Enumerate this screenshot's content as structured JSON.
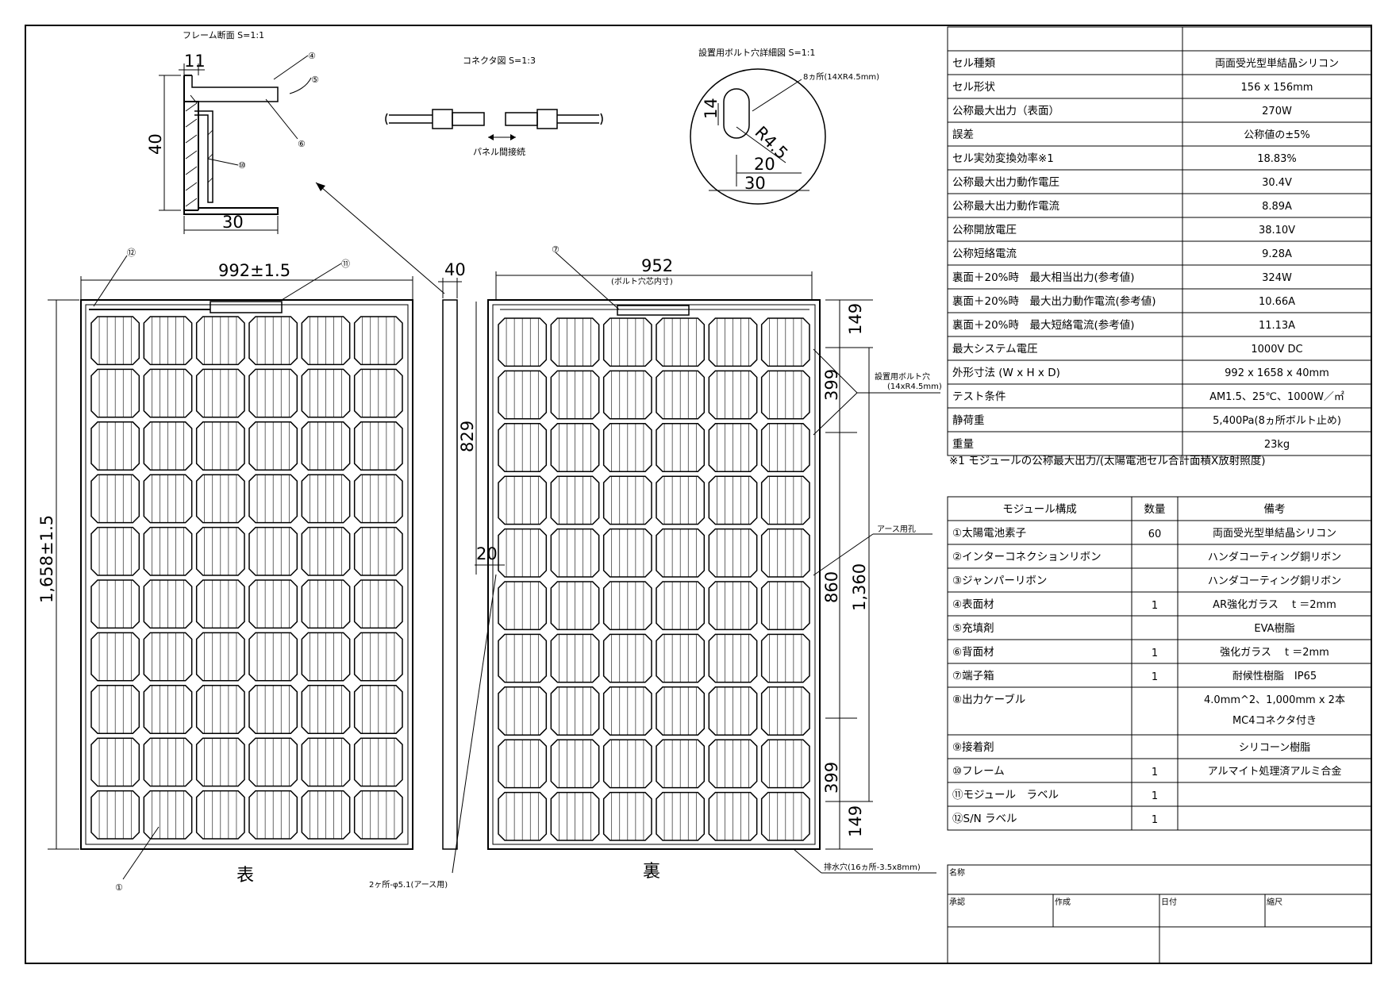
{
  "labels": {
    "frame_section": "フレーム断面 S=1:1",
    "connector": "コネクタ図 S=1:3",
    "panel_connect": "パネル間接続",
    "bolt_detail": "設置用ボルト穴詳細図 S=1:1",
    "bolt_count": "8ヵ所(14XR4.5mm)",
    "front": "表",
    "back": "裏",
    "bolt_hole": "設置用ボルト穴",
    "bolt_hole_size": "(14xR4.5mm)",
    "earth_hole": "アース用孔",
    "earth_holes_2": "2ヶ所-φ5.1(アース用)",
    "drain": "排水穴(16ヵ所-3.5x8mm)",
    "bolt_center": "(ボルト穴芯内寸)"
  },
  "dimensions": {
    "d11": "11",
    "d40": "40",
    "d30": "30",
    "d992": "992±1.5",
    "d1658": "1,658±1.5",
    "d40b": "40",
    "d952": "952",
    "d829": "829",
    "d20": "20",
    "d149a": "149",
    "d399a": "399",
    "d860": "860",
    "d1360": "1,360",
    "d399b": "399",
    "d149b": "149",
    "r45": "R4.5",
    "c14": "14",
    "c20": "20",
    "c30": "30"
  },
  "markers": {
    "m1": "①",
    "m4": "④",
    "m5": "⑤",
    "m6": "⑥",
    "m7": "⑦",
    "m10": "⑩",
    "m11": "⑪",
    "m12": "⑫"
  },
  "spec_table": {
    "rows": [
      {
        "label": "セル種類",
        "value": "両面受光型単結晶シリコン"
      },
      {
        "label": "セル形状",
        "value": "156 x 156mm"
      },
      {
        "label": "公称最大出力（表面）",
        "value": "270W"
      },
      {
        "label": "誤差",
        "value": "公称値の±5%"
      },
      {
        "label": "セル実効変換効率※1",
        "value": "18.83%"
      },
      {
        "label": "公称最大出力動作電圧",
        "value": "30.4V"
      },
      {
        "label": "公称最大出力動作電流",
        "value": "8.89A"
      },
      {
        "label": "公称開放電圧",
        "value": "38.10V"
      },
      {
        "label": "公称短絡電流",
        "value": "9.28A"
      },
      {
        "label": "裏面＋20%時　最大相当出力(参考値)",
        "value": "324W"
      },
      {
        "label": "裏面＋20%時　最大出力動作電流(参考値)",
        "value": "10.66A"
      },
      {
        "label": "裏面＋20%時　最大短絡電流(参考値)",
        "value": "11.13A"
      },
      {
        "label": "最大システム電圧",
        "value": "1000V DC"
      },
      {
        "label": "外形寸法 (W x H x D)",
        "value": "992 x 1658 x 40mm"
      },
      {
        "label": "テスト条件",
        "value": "AM1.5、25℃、1000W／㎡"
      },
      {
        "label": "静荷重",
        "value": "5,400Pa(8ヵ所ボルト止め)"
      },
      {
        "label": "重量",
        "value": "23kg"
      }
    ],
    "note": "※1 モジュールの公称最大出力/(太陽電池セル合計面積X放射照度)"
  },
  "comp_table": {
    "headers": [
      "モジュール構成",
      "数量",
      "備考"
    ],
    "rows": [
      {
        "name": "①太陽電池素子",
        "qty": "60",
        "note": "両面受光型単結晶シリコン",
        "note2": ""
      },
      {
        "name": "②インターコネクションリボン",
        "qty": "",
        "note": "ハンダコーティング銅リボン",
        "note2": ""
      },
      {
        "name": "③ジャンパーリボン",
        "qty": "",
        "note": "ハンダコーティング銅リボン",
        "note2": ""
      },
      {
        "name": "④表面材",
        "qty": "1",
        "note": "AR強化ガラス　 t ＝2mm",
        "note2": ""
      },
      {
        "name": "⑤充填剤",
        "qty": "",
        "note": "EVA樹脂",
        "note2": ""
      },
      {
        "name": "⑥背面材",
        "qty": "1",
        "note": "強化ガラス　 t ＝2mm",
        "note2": ""
      },
      {
        "name": "⑦端子箱",
        "qty": "1",
        "note": "耐候性樹脂　IP65",
        "note2": ""
      },
      {
        "name": "⑧出力ケーブル",
        "qty": "",
        "note": "4.0mm^2、1,000mm x 2本",
        "note2": "MC4コネクタ付き"
      },
      {
        "name": "⑨接着剤",
        "qty": "",
        "note": "シリコーン樹脂",
        "note2": ""
      },
      {
        "name": "⑩フレーム",
        "qty": "1",
        "note": "アルマイト処理済アルミ合金",
        "note2": ""
      },
      {
        "name": "⑪モジュール　ラベル",
        "qty": "1",
        "note": "",
        "note2": ""
      },
      {
        "name": "⑫S/N ラベル",
        "qty": "1",
        "note": "",
        "note2": ""
      }
    ]
  },
  "title_block": {
    "name": "名称",
    "approve": "承認",
    "create": "作成",
    "date": "日付",
    "scale": "縮尺"
  }
}
